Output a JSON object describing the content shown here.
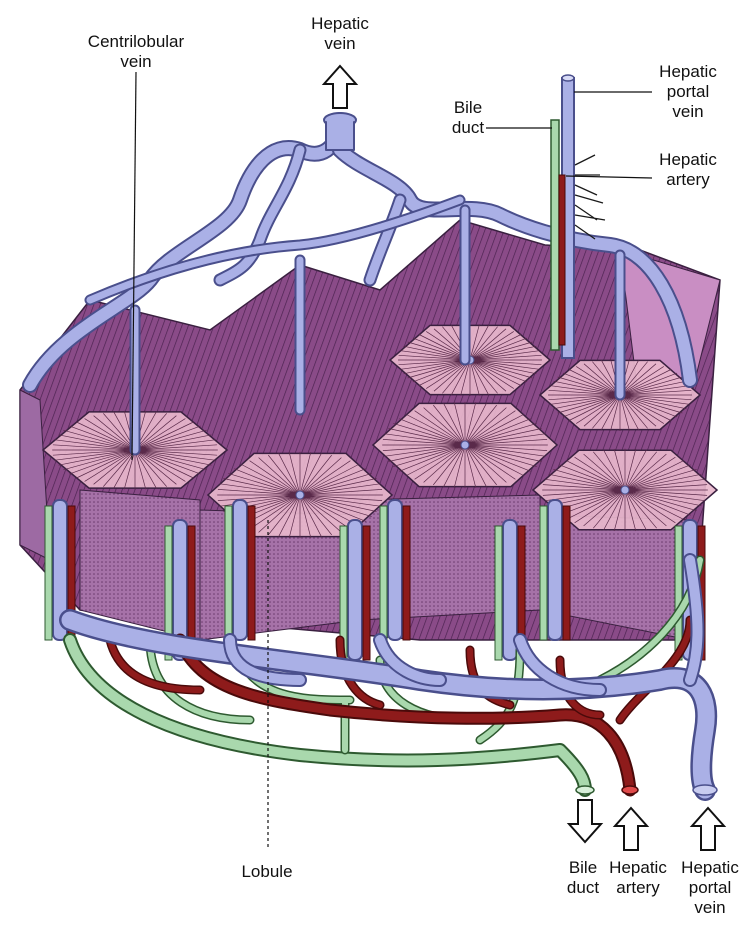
{
  "labels": {
    "centrilobular_vein": [
      "Centrilobular",
      "vein"
    ],
    "hepatic_vein": [
      "Hepatic",
      "vein"
    ],
    "bile_duct_top": [
      "Bile",
      "duct"
    ],
    "hepatic_portal_vein_top": [
      "Hepatic",
      "portal",
      "vein"
    ],
    "hepatic_artery_top": [
      "Hepatic",
      "artery"
    ],
    "lobule": "Lobule",
    "bile_duct_bottom": [
      "Bile",
      "duct"
    ],
    "hepatic_artery_bottom": [
      "Hepatic",
      "artery"
    ],
    "hepatic_portal_vein_bottom": [
      "Hepatic",
      "portal",
      "vein"
    ]
  },
  "colors": {
    "vein": "#aab0e6",
    "vein_stroke": "#4a4f8c",
    "artery": "#8e1b1b",
    "bile_duct": "#a9d8ad",
    "lobule_top": "#e8b7cc",
    "lobule_side": "#9a5a96",
    "lobule_side_dark": "#6e3a6e"
  }
}
